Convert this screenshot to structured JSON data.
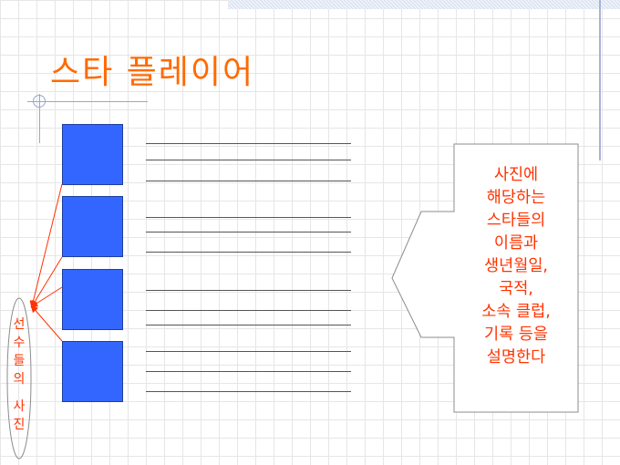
{
  "slide": {
    "title": "스타 플레이어",
    "colors": {
      "title": "#ff6a00",
      "photo_fill": "#3366ff",
      "accent_text": "#ff3300",
      "arrow_line": "#ff3300",
      "callout_border": "#8c8c8c",
      "grid": "#e6e6e6"
    },
    "vertical_label": {
      "chars_top": [
        "선",
        "수",
        "들",
        "의"
      ],
      "chars_bottom": [
        "사",
        "진"
      ]
    },
    "description_lines": [
      "사진에",
      "해당하는",
      "스타들의",
      "이름과",
      "생년월일,",
      "국적,",
      "소속 클럽,",
      "기록 등을",
      "설명한다"
    ]
  }
}
